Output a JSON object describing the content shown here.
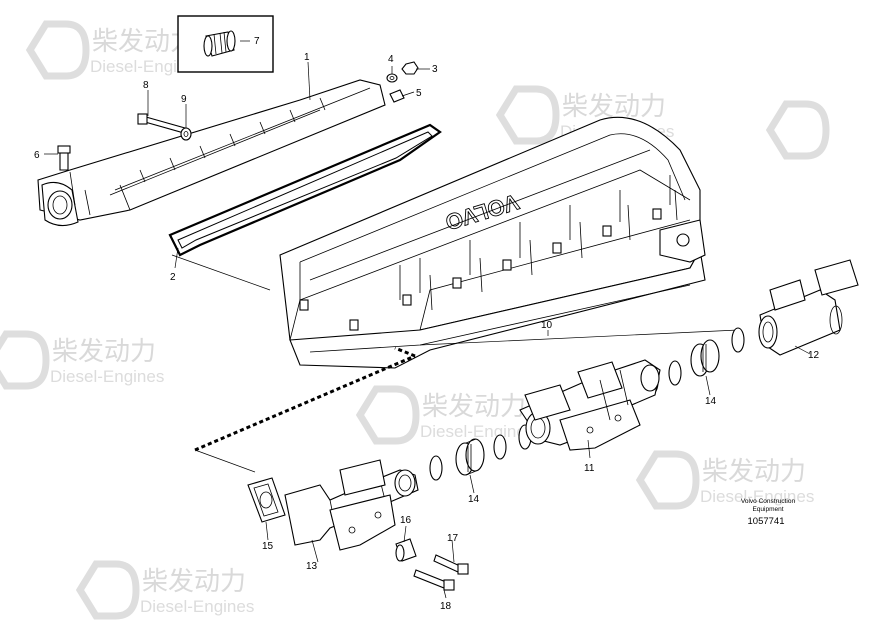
{
  "watermark": {
    "cn": "柴发动力",
    "en": "Diesel-Engines"
  },
  "callouts": [
    "1",
    "2",
    "3",
    "4",
    "5",
    "6",
    "7",
    "8",
    "9",
    "10",
    "11",
    "12",
    "13",
    "14",
    "14",
    "15",
    "16",
    "17",
    "18"
  ],
  "valve_cover_logo": "VOLVO",
  "caption": {
    "line1": "Volvo Construction",
    "line2": "Equipment",
    "number": "1057741"
  }
}
